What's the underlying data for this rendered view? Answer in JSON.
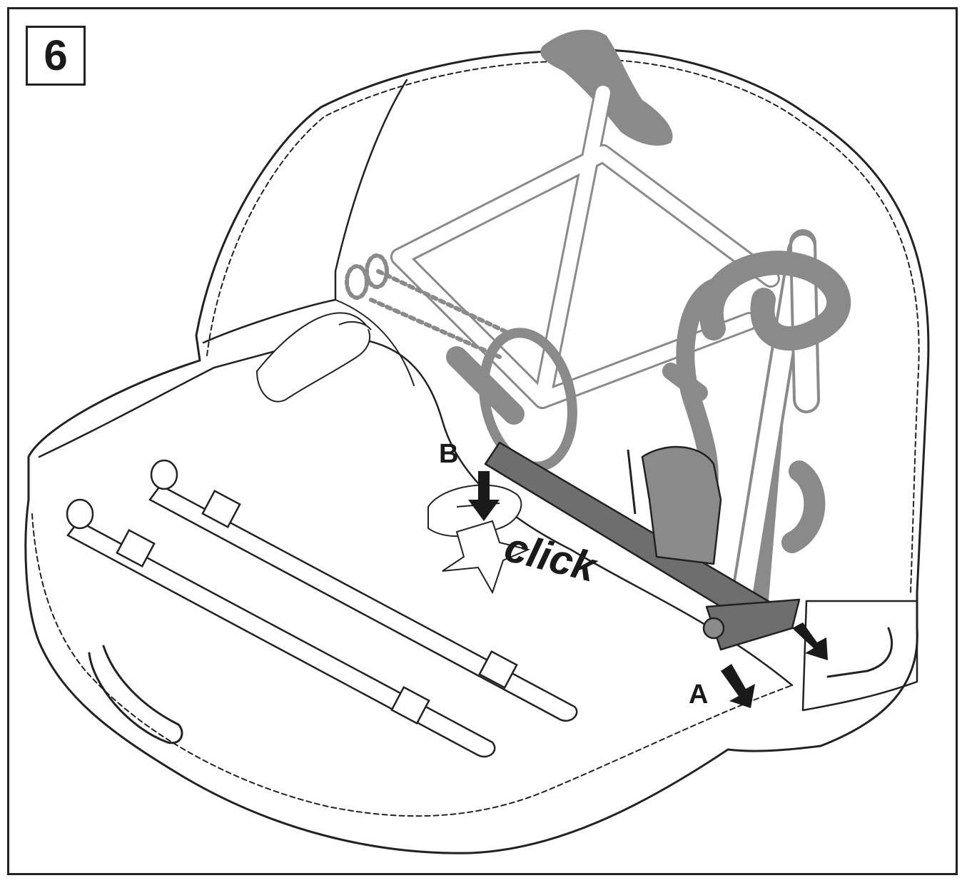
{
  "step": {
    "number": "6"
  },
  "labels": {
    "a": "A",
    "b": "B",
    "click": "click"
  },
  "colors": {
    "outline": "#222222",
    "bike": "#8a8a8a",
    "mechanism": "#6e6e6e",
    "background": "#ffffff"
  }
}
